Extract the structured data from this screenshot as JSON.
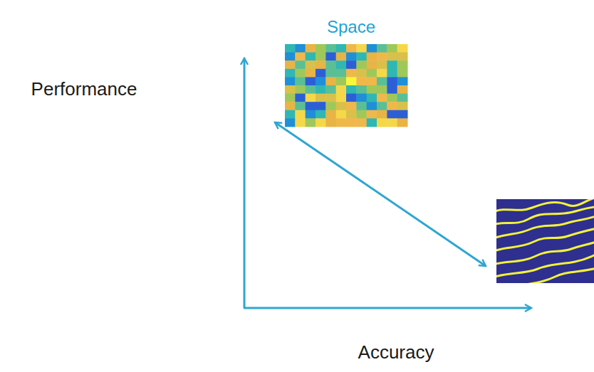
{
  "diagram": {
    "labels": [
      "Space",
      "Performance",
      "Accuracy"
    ]
  }
}
